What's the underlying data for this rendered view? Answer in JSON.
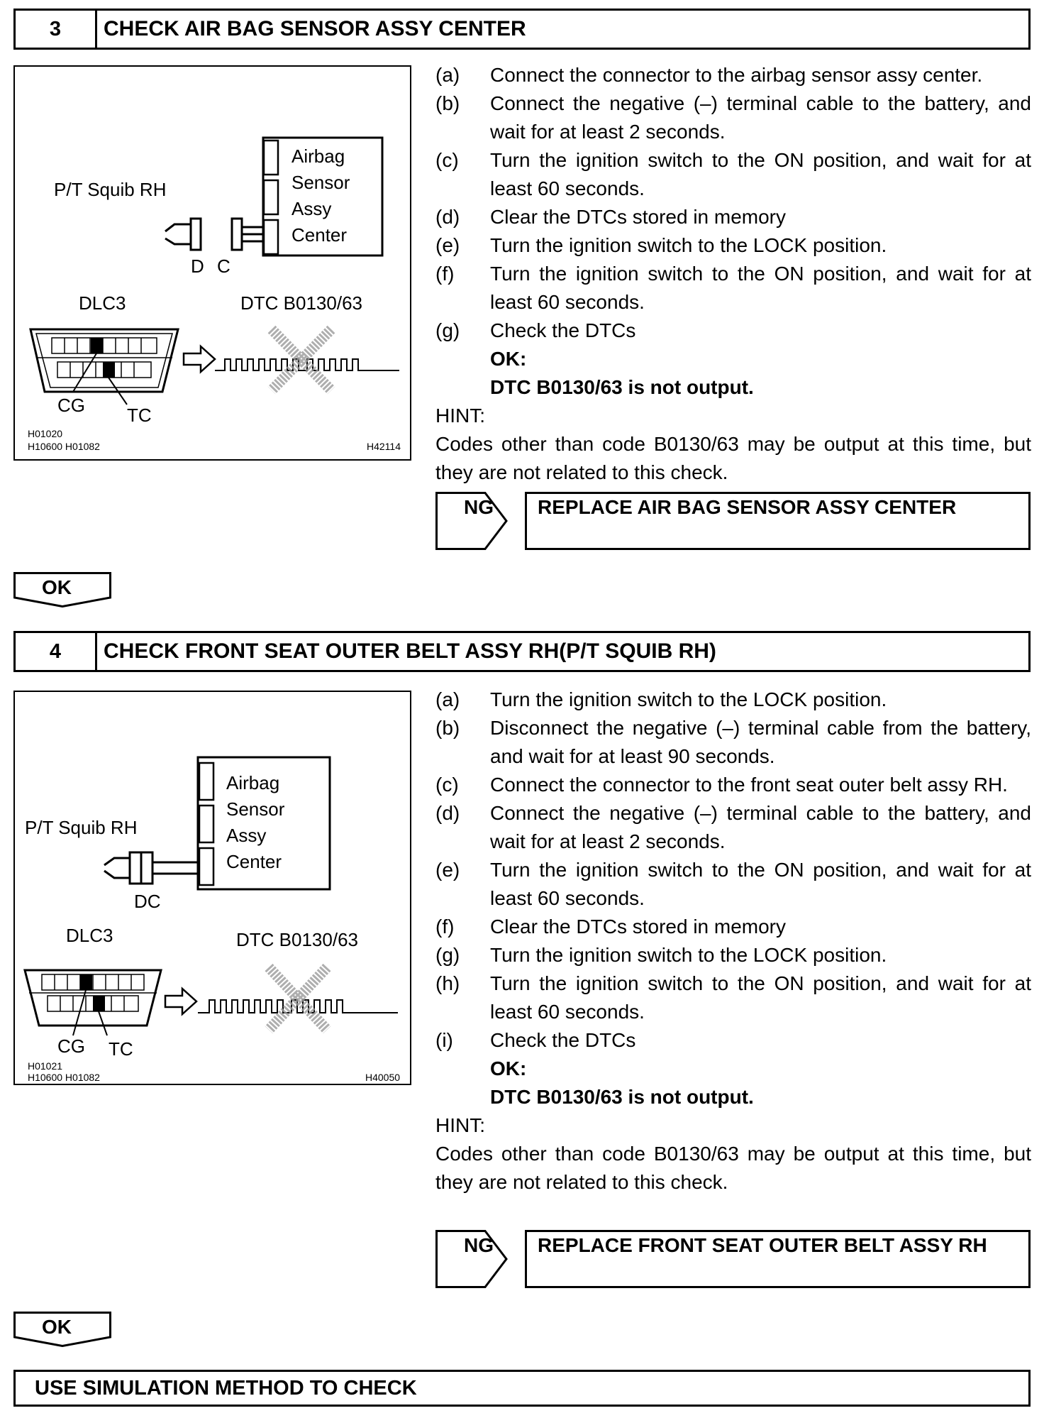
{
  "step3": {
    "number": "3",
    "title": "CHECK AIR BAG SENSOR ASSY CENTER",
    "figure": {
      "squib_label": "P/T Squib RH",
      "sensor_lines": [
        "Airbag",
        "Sensor",
        "Assy",
        "Center"
      ],
      "connector_d": "D",
      "connector_c": "C",
      "dlc_label": "DLC3",
      "dtc_label": "DTC B0130/63",
      "cg_label": "CG",
      "tc_label": "TC",
      "ref_codes_1": "H01020",
      "ref_codes_2": "H10600   H01082",
      "fig_id": "H42114"
    },
    "steps": [
      {
        "letter": "(a)",
        "text": "Connect the connector to the airbag sensor assy center."
      },
      {
        "letter": "(b)",
        "text": "Connect the negative (–) terminal cable to the battery, and wait for at least 2 seconds."
      },
      {
        "letter": "(c)",
        "text": "Turn the ignition switch to the ON position, and wait for at least 60 seconds."
      },
      {
        "letter": "(d)",
        "text": "Clear the DTCs stored in memory"
      },
      {
        "letter": "(e)",
        "text": "Turn the ignition switch to the LOCK position."
      },
      {
        "letter": "(f)",
        "text": "Turn the ignition switch to the ON position, and wait for at least 60 seconds."
      },
      {
        "letter": "(g)",
        "text": "Check the DTCs"
      }
    ],
    "ok_label": "OK:",
    "ok_result": "DTC B0130/63 is not output.",
    "hint_label": "HINT:",
    "hint_text": "Codes other than code B0130/63 may be output at this time, but they are not related to this check.",
    "ng_label": "NG",
    "ng_action": "REPLACE AIR BAG SENSOR ASSY CENTER",
    "ok_button": "OK"
  },
  "step4": {
    "number": "4",
    "title": "CHECK FRONT SEAT OUTER BELT ASSY RH(P/T SQUIB RH)",
    "figure": {
      "squib_label": "P/T Squib RH",
      "sensor_lines": [
        "Airbag",
        "Sensor",
        "Assy",
        "Center"
      ],
      "connector_dc": "DC",
      "dlc_label": "DLC3",
      "dtc_label": "DTC B0130/63",
      "cg_label": "CG",
      "tc_label": "TC",
      "ref_codes_1": "H01021",
      "ref_codes_2": "H10600   H01082",
      "fig_id": "H40050"
    },
    "steps": [
      {
        "letter": "(a)",
        "text": "Turn the ignition switch to the LOCK position."
      },
      {
        "letter": "(b)",
        "text": "Disconnect the negative (–) terminal cable from the battery, and wait for at least 90 seconds."
      },
      {
        "letter": "(c)",
        "text": "Connect the connector to the front seat outer belt assy RH."
      },
      {
        "letter": "(d)",
        "text": "Connect the negative (–) terminal cable to the battery, and wait for at least 2 seconds."
      },
      {
        "letter": "(e)",
        "text": "Turn the ignition switch to the ON position, and wait for at least 60 seconds."
      },
      {
        "letter": "(f)",
        "text": "Clear the DTCs stored in memory"
      },
      {
        "letter": "(g)",
        "text": "Turn the ignition switch to the LOCK position."
      },
      {
        "letter": "(h)",
        "text": "Turn the ignition switch to the ON position, and wait for at least 60 seconds."
      },
      {
        "letter": "(i)",
        "text": "Check the DTCs"
      }
    ],
    "ok_label": "OK:",
    "ok_result": "DTC B0130/63 is not output.",
    "hint_label": "HINT:",
    "hint_text": "Codes other than code B0130/63 may be output at this time, but they are not related to this check.",
    "ng_label": "NG",
    "ng_action": "REPLACE FRONT SEAT OUTER BELT ASSY RH",
    "ok_button": "OK"
  },
  "final_step": {
    "title": "USE SIMULATION METHOD TO CHECK"
  }
}
